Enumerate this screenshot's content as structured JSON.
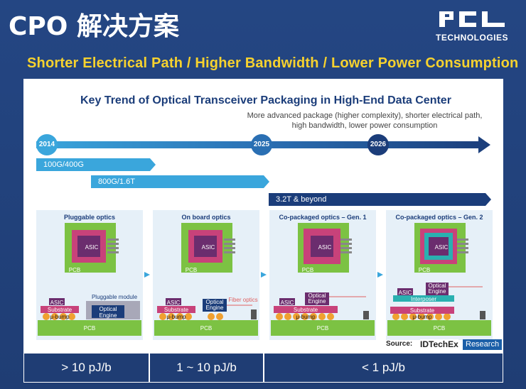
{
  "slide": {
    "title": "CPO 解决方案",
    "subtitle": "Shorter Electrical Path / Higher Bandwidth / Lower Power Consumption"
  },
  "logo": {
    "mark": "PCL",
    "sub": "TECHNOLOGIES"
  },
  "figure": {
    "title": "Key Trend of Optical Transceiver Packaging in High-End Data Center",
    "note": "More advanced package (higher complexity), shorter electrical path, high bandwidth, lower power consumption",
    "years": [
      "2014",
      "2025",
      "2026"
    ],
    "bands": [
      "100G/400G",
      "800G/1.6T",
      "3.2T & beyond"
    ],
    "panels": [
      {
        "title": "Pluggable optics",
        "asic": "ASIC",
        "pcb_top": "PCB",
        "stack": {
          "asic": "ASIC",
          "substrate": "Substrate",
          "bump": "μ-bump",
          "pcb": "PCB"
        },
        "module_label": "Pluggable module",
        "engine": "Optical Engine"
      },
      {
        "title": "On board optics",
        "asic": "ASIC",
        "pcb_top": "PCB",
        "stack": {
          "asic": "ASIC",
          "substrate": "Substrate",
          "bump": "μ-bump",
          "pcb": "PCB"
        },
        "engine": "Optical Engine",
        "fiber": "Fiber optics"
      },
      {
        "title": "Co-packaged optics – Gen. 1",
        "asic": "ASIC",
        "pcb_top": "PCB",
        "stack": {
          "asic": "ASIC",
          "substrate": "Substrate",
          "bump": "μ-bump",
          "pcb": "PCB"
        },
        "engine": "Optical Engine"
      },
      {
        "title": "Co-packaged optics – Gen. 2",
        "asic": "ASIC",
        "pcb_top": "PCB",
        "stack": {
          "asic": "ASIC",
          "interposer": "Interposer",
          "substrate": "Substrate",
          "bump": "μ-bump",
          "pcb": "PCB"
        },
        "engine": "Optical Engine"
      }
    ],
    "source_label": "Source:",
    "source_brand": "IDTechEx",
    "source_tag": "Research"
  },
  "power": [
    {
      "label": "> 10 pJ/b"
    },
    {
      "label": "1 ~ 10 pJ/b"
    },
    {
      "label": "< 1 pJ/b"
    }
  ],
  "colors": {
    "background": "#213f78",
    "accent_yellow": "#f7d22e",
    "band_light": "#3aa6dc",
    "band_dark": "#1b3d7a",
    "pcb_green": "#7cc243",
    "substrate_pink": "#c8427a",
    "asic_purple": "#6b2d6e",
    "bump_orange": "#f0a030"
  }
}
